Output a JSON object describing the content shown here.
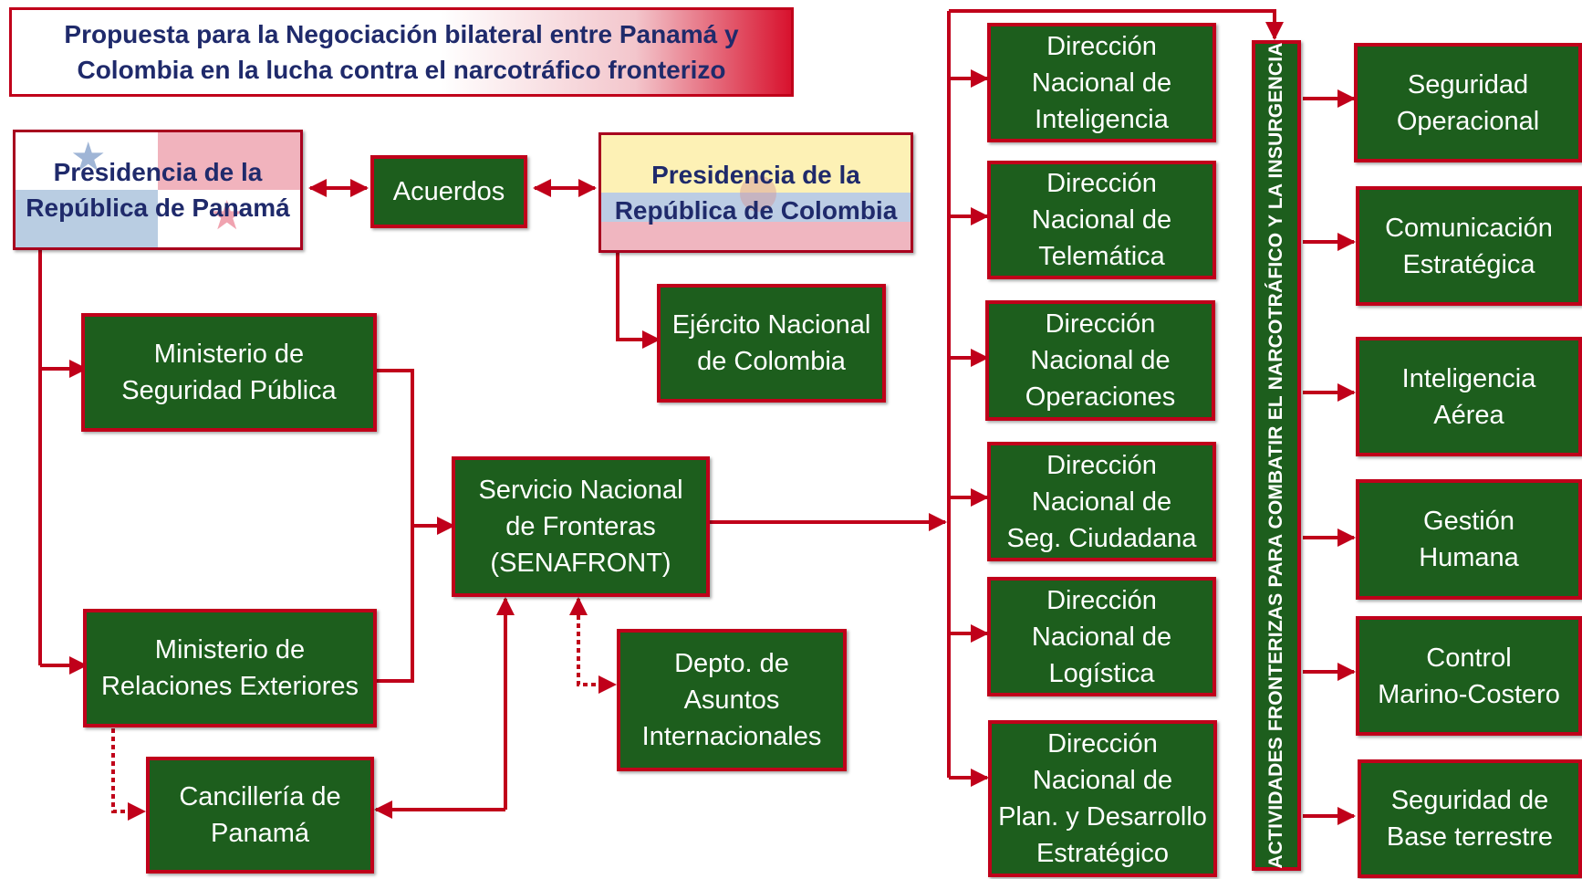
{
  "title": "Propuesta para la Negociación bilateral entre Panamá y\nColombia en la lucha contra el narcotráfico fronterizo",
  "presidency_panama": "Presidencia de la\nRepública de Panamá",
  "presidency_colombia": "Presidencia de la\nRepública de Colombia",
  "agreements": "Acuerdos",
  "army_colombia": "Ejército Nacional\nde Colombia",
  "ministry_security": "Ministerio de\nSeguridad Pública",
  "ministry_foreign": "Ministerio de\nRelaciones Exteriores",
  "chancellery": "Cancillería de\nPanamá",
  "senafront": "Servicio Nacional\nde Fronteras\n(SENAFRONT)",
  "intl_affairs": "Depto. de\nAsuntos\nInternacionales",
  "directorates": [
    "Dirección\nNacional de\nInteligencia",
    "Dirección\nNacional de\nTelemática",
    "Dirección\nNacional de\nOperaciones",
    "Dirección\nNacional de\nSeg. Ciudadana",
    "Dirección\nNacional de\nLogística",
    "Dirección\nNacional de\nPlan. y Desarrollo\nEstratégico"
  ],
  "banner": "ACTIVIDADES FRONTERIZAS PARA COMBATIR EL NARCOTRÁFICO Y LA INSURGENCIA",
  "activities": [
    "Seguridad\nOperacional",
    "Comunicación\nEstratégica",
    "Inteligencia\nAérea",
    "Gestión\nHumana",
    "Control\nMarino-Costero",
    "Seguridad de\nBase terrestre"
  ],
  "colors": {
    "box_fill": "#1d5e1d",
    "box_border": "#c0001a",
    "connector": "#c0001a",
    "title_text": "#1f2a6b"
  }
}
